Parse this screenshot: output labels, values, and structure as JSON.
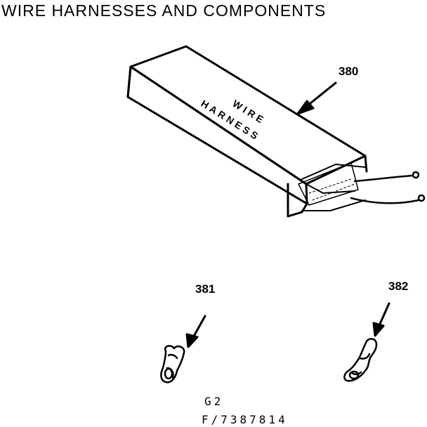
{
  "title": "WIRE HARNESSES AND COMPONENTS",
  "box_label_line1": "WIRE",
  "box_label_line2": "HARNESS",
  "parts": [
    {
      "number": "380"
    },
    {
      "number": "381"
    },
    {
      "number": "382"
    }
  ],
  "footer": {
    "code1": "G2",
    "code2": "F/7387814"
  }
}
